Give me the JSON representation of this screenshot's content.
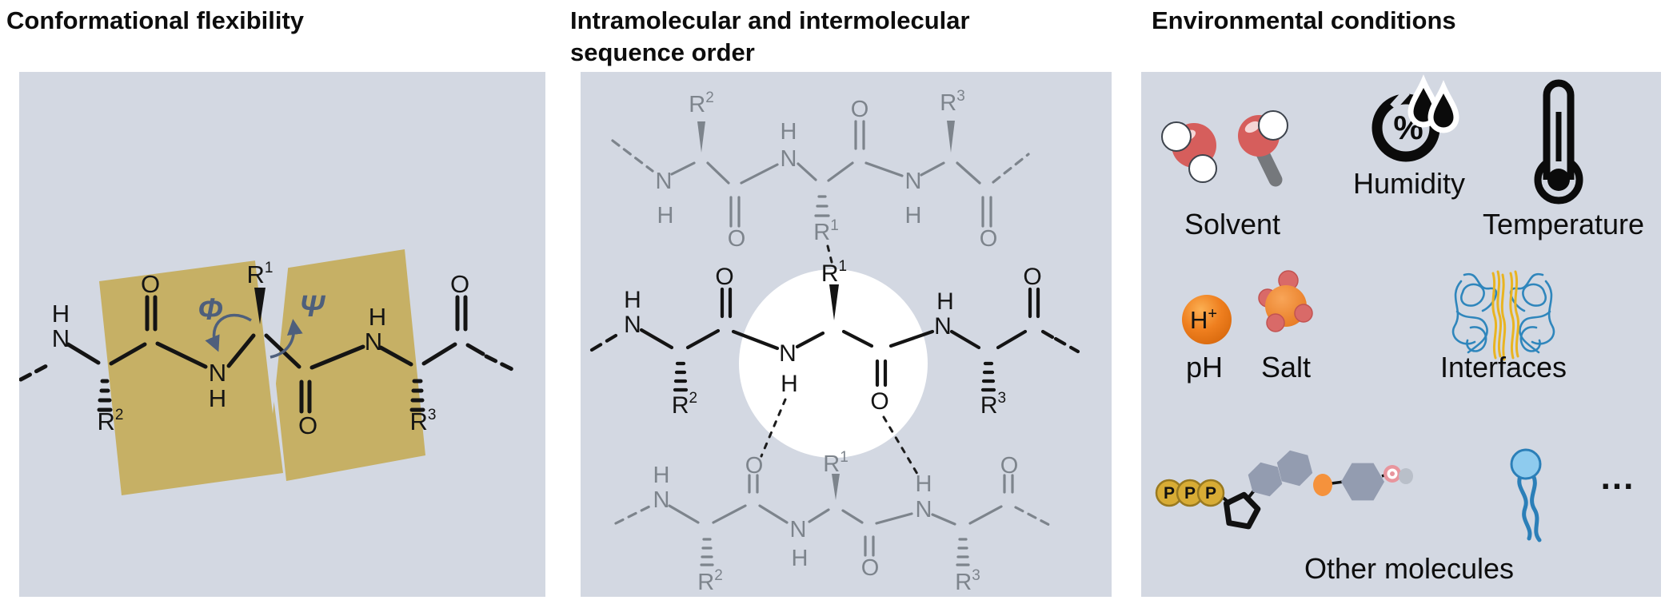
{
  "titles": {
    "left": "Conformational flexibility",
    "middle_line1": "Intramolecular and intermolecular",
    "middle_line2": "sequence order",
    "right": "Environmental conditions"
  },
  "chem": {
    "h": "H",
    "n": "N",
    "o": "O",
    "r": "R",
    "sup1": "1",
    "sup2": "2",
    "sup3": "3",
    "phi": "Φ",
    "psi": "Ψ"
  },
  "environment": {
    "solvent_label": "Solvent",
    "humidity_label": "Humidity",
    "humidity_percent": "%",
    "temperature_label": "Temperature",
    "ph_label": "pH",
    "ph_ion_base": "H",
    "ph_ion_charge": "+",
    "salt_label": "Salt",
    "interfaces_label": "Interfaces",
    "other_molecules_label": "Other molecules",
    "phosphate_letter": "P",
    "ellipsis": "..."
  },
  "colors": {
    "panel_background": "#d3d8e2",
    "peptide_plane": "#c6b065",
    "dihedral_accent": "#4e5f7c",
    "faded_chain": "#7d848c",
    "ink": "#141414",
    "water_red": "#d65e5c",
    "orange_ph": "#ee7d1f",
    "salt_orange": "#ea7c25",
    "salt_red": "#d96a68",
    "fibril_yellow": "#e9b421",
    "scribble_blue": "#2f86bc",
    "lipid_blue": "#8ecbee",
    "phosphate_gold": "#d8ac35",
    "nucleobase_gray": "#939cb0",
    "ring_pink": "#e8959d"
  }
}
